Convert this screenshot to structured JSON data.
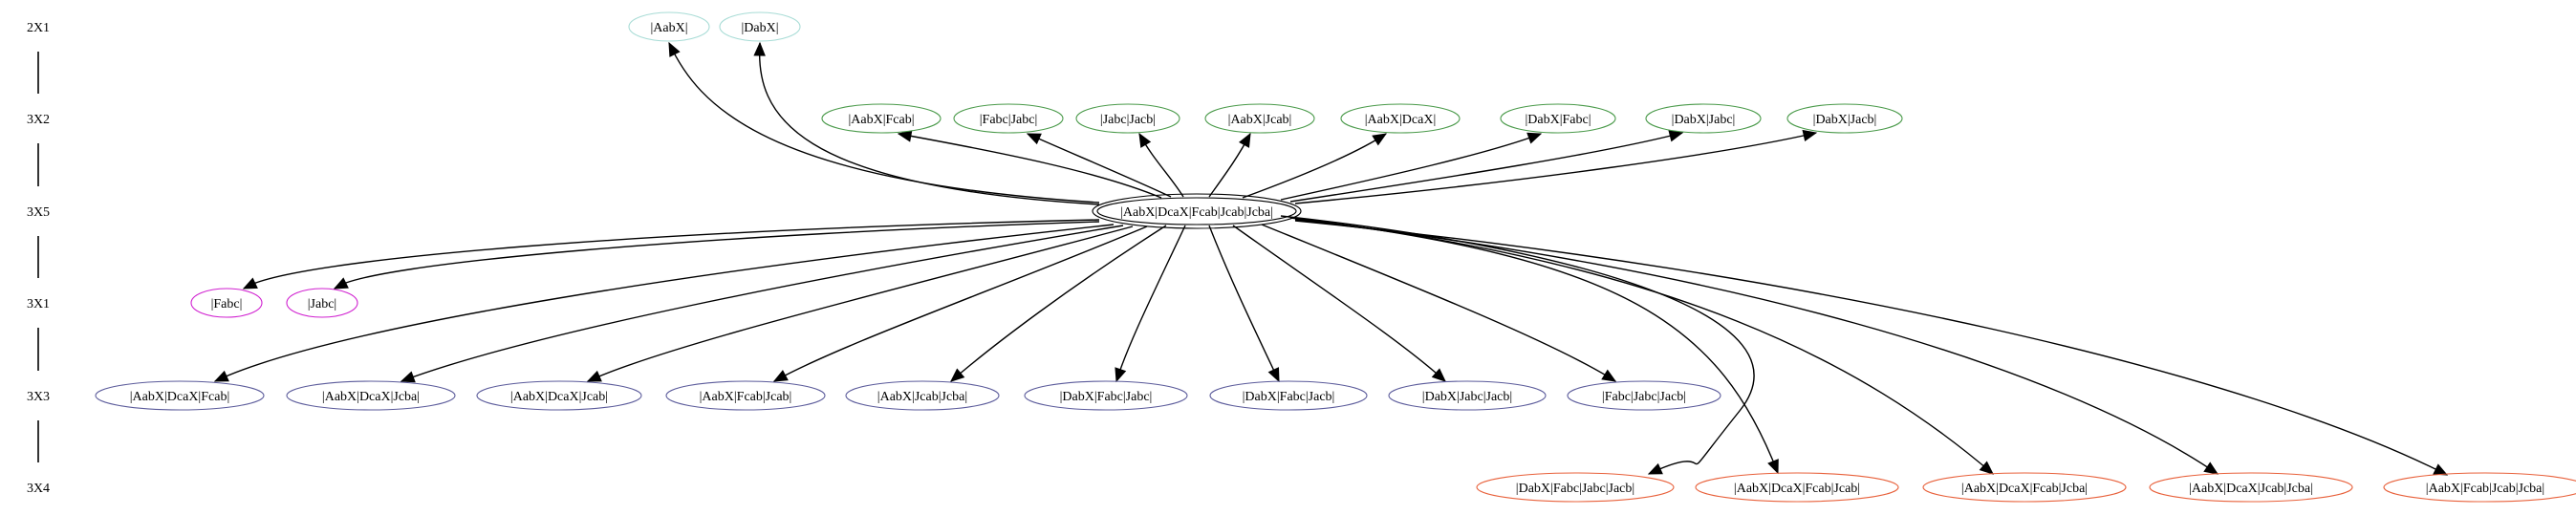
{
  "colors": {
    "rank_2X1": "#a8dcd6",
    "rank_3X2": "#4a9a4a",
    "rank_3X5": "#000000",
    "rank_3X1": "#d020d0",
    "rank_3X3": "#5a5a9a",
    "rank_3X4": "#e8603a",
    "edge": "#000000"
  },
  "ranks": [
    {
      "id": "2X1",
      "label": "2X1"
    },
    {
      "id": "3X2",
      "label": "3X2"
    },
    {
      "id": "3X5",
      "label": "3X5"
    },
    {
      "id": "3X1",
      "label": "3X1"
    },
    {
      "id": "3X3",
      "label": "3X3"
    },
    {
      "id": "3X4",
      "label": "3X4"
    }
  ],
  "root": {
    "id": "root",
    "label": "|AabX|DcaX|Fcab|Jcab|Jcba|",
    "rank": "3X5"
  },
  "nodes": [
    {
      "id": "n_2x1_1",
      "label": "|AabX|",
      "rank": "2X1"
    },
    {
      "id": "n_2x1_2",
      "label": "|DabX|",
      "rank": "2X1"
    },
    {
      "id": "n_3x2_1",
      "label": "|AabX|Fcab|",
      "rank": "3X2"
    },
    {
      "id": "n_3x2_2",
      "label": "|Fabc|Jabc|",
      "rank": "3X2"
    },
    {
      "id": "n_3x2_3",
      "label": "|Jabc|Jacb|",
      "rank": "3X2"
    },
    {
      "id": "n_3x2_4",
      "label": "|AabX|Jcab|",
      "rank": "3X2"
    },
    {
      "id": "n_3x2_5",
      "label": "|AabX|DcaX|",
      "rank": "3X2"
    },
    {
      "id": "n_3x2_6",
      "label": "|DabX|Fabc|",
      "rank": "3X2"
    },
    {
      "id": "n_3x2_7",
      "label": "|DabX|Jabc|",
      "rank": "3X2"
    },
    {
      "id": "n_3x2_8",
      "label": "|DabX|Jacb|",
      "rank": "3X2"
    },
    {
      "id": "n_3x1_1",
      "label": "|Fabc|",
      "rank": "3X1"
    },
    {
      "id": "n_3x1_2",
      "label": "|Jabc|",
      "rank": "3X1"
    },
    {
      "id": "n_3x3_1",
      "label": "|AabX|DcaX|Fcab|",
      "rank": "3X3"
    },
    {
      "id": "n_3x3_2",
      "label": "|AabX|DcaX|Jcba|",
      "rank": "3X3"
    },
    {
      "id": "n_3x3_3",
      "label": "|AabX|DcaX|Jcab|",
      "rank": "3X3"
    },
    {
      "id": "n_3x3_4",
      "label": "|AabX|Fcab|Jcab|",
      "rank": "3X3"
    },
    {
      "id": "n_3x3_5",
      "label": "|AabX|Jcab|Jcba|",
      "rank": "3X3"
    },
    {
      "id": "n_3x3_6",
      "label": "|DabX|Fabc|Jabc|",
      "rank": "3X3"
    },
    {
      "id": "n_3x3_7",
      "label": "|DabX|Fabc|Jacb|",
      "rank": "3X3"
    },
    {
      "id": "n_3x3_8",
      "label": "|DabX|Jabc|Jacb|",
      "rank": "3X3"
    },
    {
      "id": "n_3x3_9",
      "label": "|Fabc|Jabc|Jacb|",
      "rank": "3X3"
    },
    {
      "id": "n_3x4_1",
      "label": "|DabX|Fabc|Jabc|Jacb|",
      "rank": "3X4"
    },
    {
      "id": "n_3x4_2",
      "label": "|AabX|DcaX|Fcab|Jcab|",
      "rank": "3X4"
    },
    {
      "id": "n_3x4_3",
      "label": "|AabX|DcaX|Fcab|Jcba|",
      "rank": "3X4"
    },
    {
      "id": "n_3x4_4",
      "label": "|AabX|DcaX|Jcab|Jcba|",
      "rank": "3X4"
    },
    {
      "id": "n_3x4_5",
      "label": "|AabX|Fcab|Jcab|Jcba|",
      "rank": "3X4"
    }
  ],
  "edges": [
    {
      "from": "root",
      "to": "n_2x1_1"
    },
    {
      "from": "root",
      "to": "n_2x1_2"
    },
    {
      "from": "root",
      "to": "n_3x2_1"
    },
    {
      "from": "root",
      "to": "n_3x2_2"
    },
    {
      "from": "root",
      "to": "n_3x2_3"
    },
    {
      "from": "root",
      "to": "n_3x2_4"
    },
    {
      "from": "root",
      "to": "n_3x2_5"
    },
    {
      "from": "root",
      "to": "n_3x2_6"
    },
    {
      "from": "root",
      "to": "n_3x2_7"
    },
    {
      "from": "root",
      "to": "n_3x2_8"
    },
    {
      "from": "root",
      "to": "n_3x1_1"
    },
    {
      "from": "root",
      "to": "n_3x1_2"
    },
    {
      "from": "root",
      "to": "n_3x3_1"
    },
    {
      "from": "root",
      "to": "n_3x3_2"
    },
    {
      "from": "root",
      "to": "n_3x3_3"
    },
    {
      "from": "root",
      "to": "n_3x3_4"
    },
    {
      "from": "root",
      "to": "n_3x3_5"
    },
    {
      "from": "root",
      "to": "n_3x3_6"
    },
    {
      "from": "root",
      "to": "n_3x3_7"
    },
    {
      "from": "root",
      "to": "n_3x3_8"
    },
    {
      "from": "root",
      "to": "n_3x3_9"
    },
    {
      "from": "root",
      "to": "n_3x4_1"
    },
    {
      "from": "root",
      "to": "n_3x4_2"
    },
    {
      "from": "root",
      "to": "n_3x4_3"
    },
    {
      "from": "root",
      "to": "n_3x4_4"
    },
    {
      "from": "root",
      "to": "n_3x4_5"
    }
  ]
}
